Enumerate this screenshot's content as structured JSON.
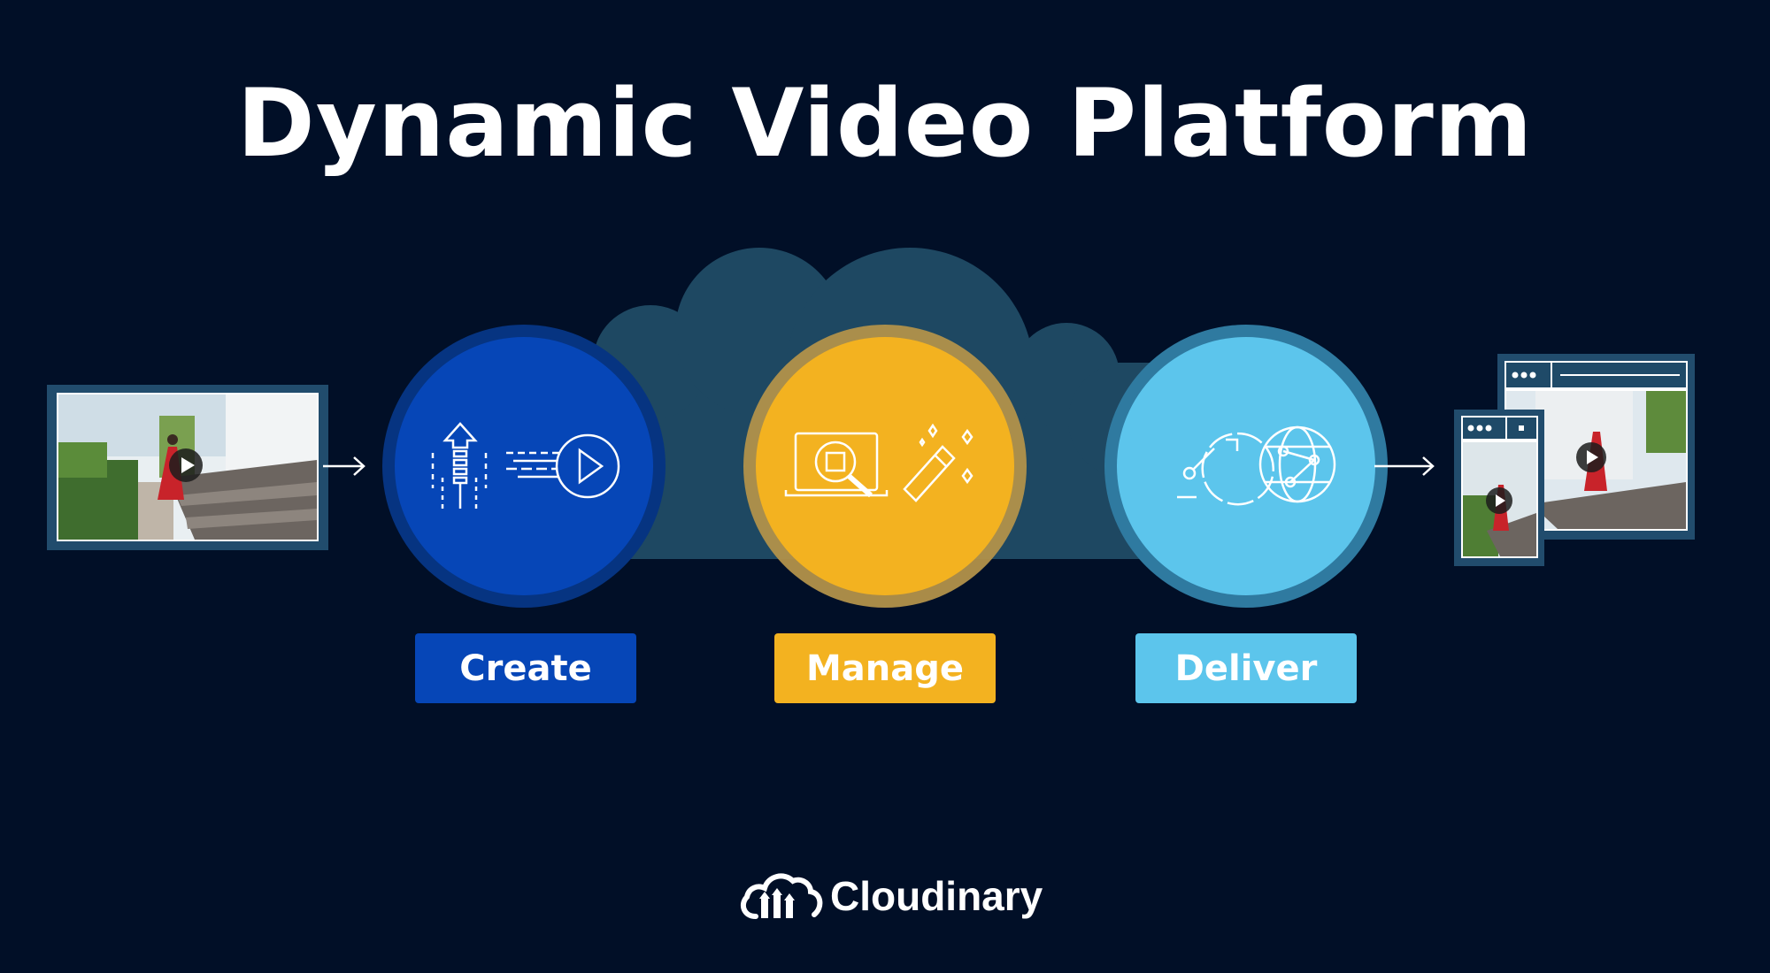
{
  "title": "Dynamic Video Platform",
  "steps": [
    {
      "label": "Create",
      "color": "#0646b7"
    },
    {
      "label": "Manage",
      "color": "#f3b220"
    },
    {
      "label": "Deliver",
      "color": "#5cc5ec"
    }
  ],
  "brand": {
    "name": "Cloudinary"
  },
  "colors": {
    "background": "#010f27",
    "cloud": "#1e4862",
    "frame": "#214c6d"
  },
  "icons": [
    "video-thumbnail",
    "upload-arrow-icon",
    "fast-play-icon",
    "laptop-search-icon",
    "magic-wand-icon",
    "speedometer-icon",
    "globe-network-icon",
    "multi-device-video-icon",
    "cloudinary-logo-icon"
  ]
}
